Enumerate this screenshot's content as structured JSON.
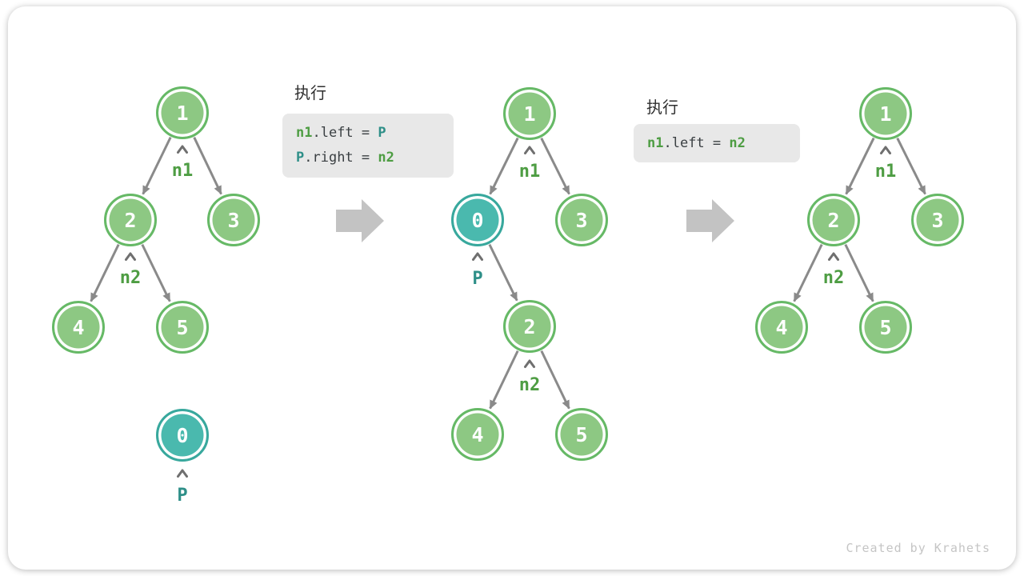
{
  "colors": {
    "node_green_fill": "#8dc883",
    "node_green_border": "#66b966",
    "node_teal_fill": "#4ab9ae",
    "node_teal_border": "#38a89d",
    "pointer_label_green": "#4e9d43",
    "pointer_label_teal": "#2e8f88",
    "code_text": "#3a3f42",
    "code_background": "#e8e8e8",
    "edge_gray": "#8a8a8a",
    "step_arrow_gray": "#c3c3c3",
    "watermark_gray": "#c5c5c5"
  },
  "trees": {
    "left": {
      "node_values": [
        "1",
        "2",
        "3",
        "4",
        "5"
      ],
      "detached_node_value": "0",
      "pointer_labels": {
        "n1": "n1",
        "n2": "n2",
        "p": "P"
      }
    },
    "middle": {
      "node_values": [
        "1",
        "0",
        "3",
        "2",
        "4",
        "5"
      ],
      "pointer_labels": {
        "n1": "n1",
        "p": "P",
        "n2": "n2"
      }
    },
    "right": {
      "node_values": [
        "1",
        "2",
        "3",
        "4",
        "5"
      ],
      "pointer_labels": {
        "n1": "n1",
        "n2": "n2"
      }
    }
  },
  "code_blocks": [
    {
      "header": "执行",
      "lines": [
        {
          "kw1": "n1",
          "body": ".left = ",
          "kw2": "P"
        },
        {
          "kw1": "P",
          "body": ".right = ",
          "kw2": "n2"
        }
      ]
    },
    {
      "header": "执行",
      "lines": [
        {
          "kw1": "n1",
          "body": ".left = ",
          "kw2": "n2"
        }
      ]
    }
  ],
  "icons": {
    "step_arrow": "right-block-arrow",
    "pointer_caret": "up-caret"
  },
  "watermark": "Created by Krahets"
}
